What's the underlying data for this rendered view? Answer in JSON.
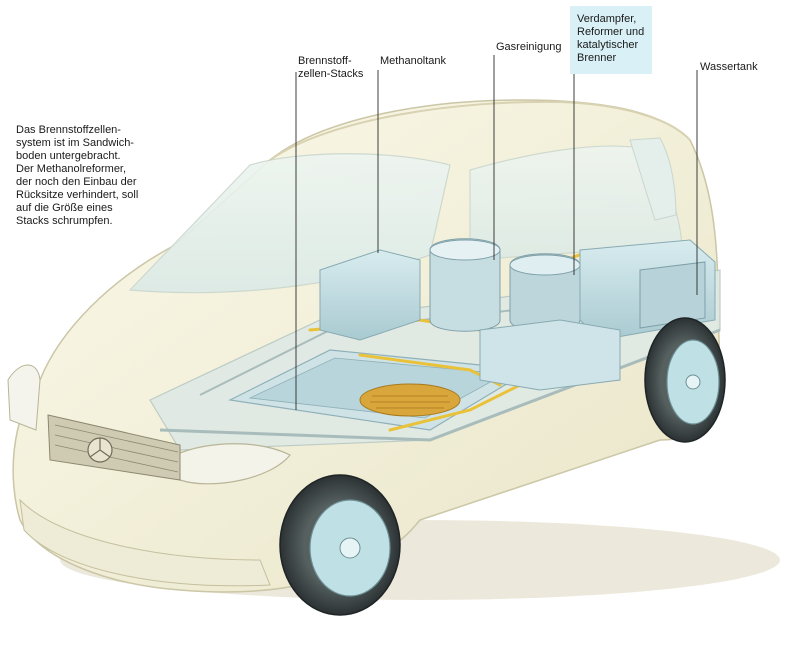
{
  "caption": "Das Brennstoffzellen-\nsystem ist im Sandwich-\nboden untergebracht.\nDer Methanolreformer,\nder noch den Einbau der\nRücksitze verhindert, soll\nauf die Größe eines\nStacks schrumpfen.",
  "labels": {
    "brennstoffzellen": "Brennstoff-\nzellen-Stacks",
    "methanoltank": "Methanoltank",
    "gasreinigung": "Gasreinigung",
    "verdampfer": "Verdampfer,\nReformer und\nkatalytischer\nBrenner",
    "wassertank": "Wassertank"
  },
  "colors": {
    "body": "#f4f1dc",
    "glass": "#e3f0ec",
    "glass_edge": "#cfd9cf",
    "module": "#c5dfe4",
    "module_dark": "#98bcc4",
    "tube": "#e9c23a",
    "tank": "#d8a63a",
    "tire": "#3a4246",
    "rim": "#bfe1e6",
    "label_highlight": "#d9f1f6"
  }
}
